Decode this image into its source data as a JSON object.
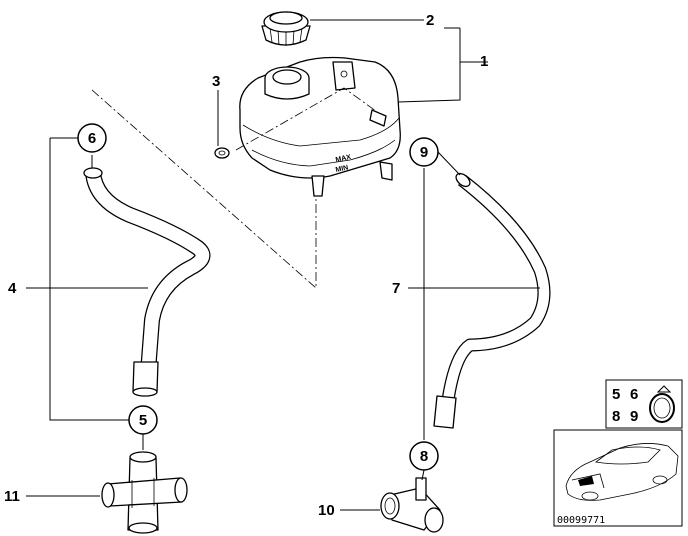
{
  "diagram": {
    "callouts": [
      {
        "id": "1",
        "text": "1"
      },
      {
        "id": "2",
        "text": "2"
      },
      {
        "id": "3",
        "text": "3"
      },
      {
        "id": "4",
        "text": "4"
      },
      {
        "id": "7",
        "text": "7"
      },
      {
        "id": "10",
        "text": "10"
      },
      {
        "id": "11",
        "text": "11"
      }
    ],
    "circled_callouts": [
      {
        "id": "6",
        "text": "6"
      },
      {
        "id": "5",
        "text": "5"
      },
      {
        "id": "9",
        "text": "9"
      },
      {
        "id": "8",
        "text": "8"
      }
    ],
    "tank_marking": {
      "line1": "MAX",
      "line2": "MIN"
    },
    "inset": {
      "numbers": [
        "5",
        "6",
        "8",
        "9"
      ],
      "code": "00099771"
    }
  }
}
